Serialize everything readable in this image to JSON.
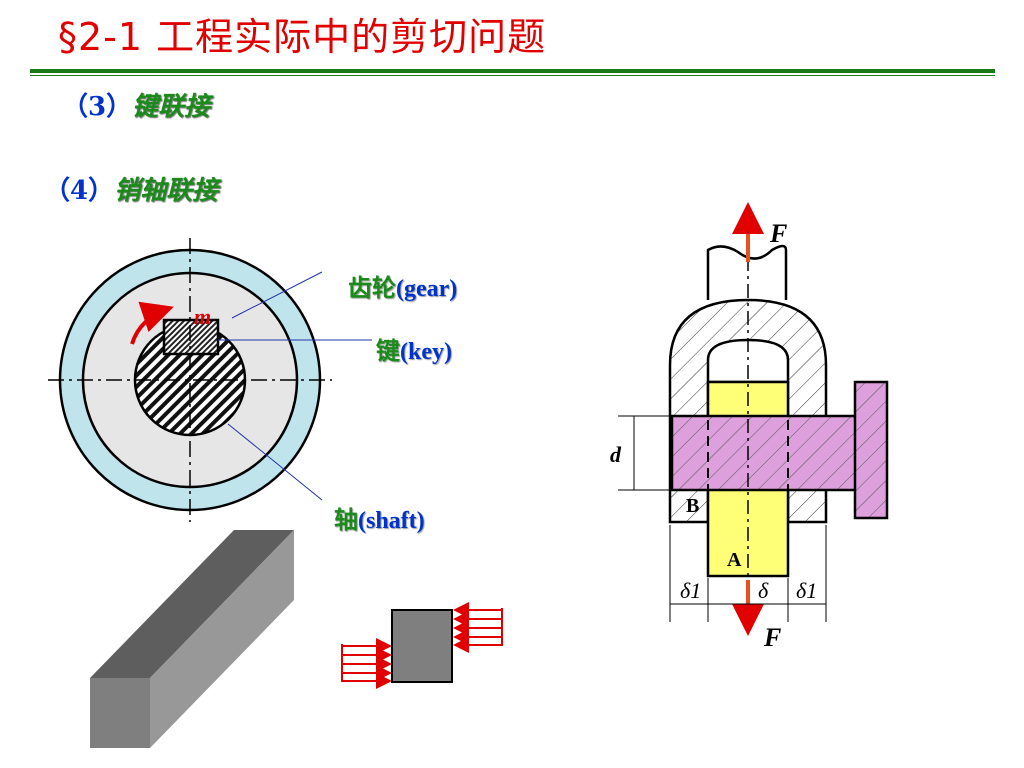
{
  "title": "§2-1 工程实际中的剪切问题",
  "items": [
    {
      "num": "（3）",
      "name": "键联接"
    },
    {
      "num": "（4）",
      "name": "销轴联接"
    }
  ],
  "gear_labels": {
    "gear_cn": "齿轮",
    "gear_en": "(gear)",
    "key_cn": "键",
    "key_en": "(key)",
    "shaft_cn": "轴",
    "shaft_en": "(shaft)",
    "moment": "m"
  },
  "pin_labels": {
    "force_top": "F",
    "force_bottom": "F",
    "diameter": "d",
    "point_b": "B",
    "point_a": "A",
    "delta1_left": "δ1",
    "delta": "δ",
    "delta1_right": "δ1"
  },
  "colors": {
    "title": "#e00000",
    "item_text": "#1a8a1a",
    "item_number": "#0033cc",
    "gear_ring": "#bfe4ec",
    "gear_body": "#e6e6e6",
    "pin": "#dda0dd",
    "middle_plate": "#ffff77",
    "force_arrow": "#e8501e"
  }
}
